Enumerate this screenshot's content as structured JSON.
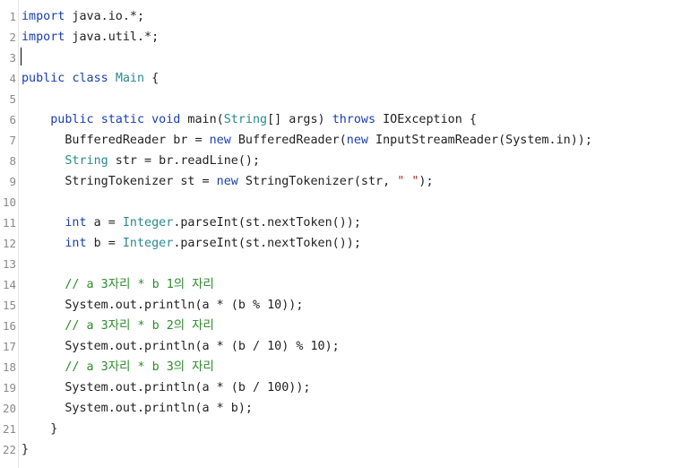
{
  "editor": {
    "lines": [
      {
        "num": "1",
        "tokens": [
          {
            "t": "import java.io.*;",
            "c": "kw-mix1"
          }
        ]
      },
      {
        "num": "2",
        "tokens": [
          {
            "t": "import java.util.*;",
            "c": "kw-mix2"
          }
        ]
      },
      {
        "num": "3",
        "tokens": []
      },
      {
        "num": "4",
        "tokens": []
      },
      {
        "num": "5",
        "tokens": []
      },
      {
        "num": "6",
        "tokens": []
      },
      {
        "num": "7",
        "tokens": []
      },
      {
        "num": "8",
        "tokens": []
      },
      {
        "num": "9",
        "tokens": []
      },
      {
        "num": "10",
        "tokens": []
      },
      {
        "num": "11",
        "tokens": []
      },
      {
        "num": "12",
        "tokens": []
      },
      {
        "num": "13",
        "tokens": []
      },
      {
        "num": "14",
        "tokens": []
      },
      {
        "num": "15",
        "tokens": []
      },
      {
        "num": "16",
        "tokens": []
      },
      {
        "num": "17",
        "tokens": []
      },
      {
        "num": "18",
        "tokens": []
      },
      {
        "num": "19",
        "tokens": []
      },
      {
        "num": "20",
        "tokens": []
      },
      {
        "num": "21",
        "tokens": []
      },
      {
        "num": "22",
        "tokens": []
      }
    ],
    "code": [
      [
        [
          "kw",
          "import"
        ],
        [
          "p",
          " java.io.*;"
        ]
      ],
      [
        [
          "kw",
          "import"
        ],
        [
          "p",
          " java.util.*;"
        ]
      ],
      [],
      [
        [
          "kw",
          "public"
        ],
        [
          "p",
          " "
        ],
        [
          "kw",
          "class"
        ],
        [
          "p",
          " "
        ],
        [
          "ty",
          "Main"
        ],
        [
          "p",
          " {"
        ]
      ],
      [],
      [
        [
          "p",
          "    "
        ],
        [
          "kw",
          "public"
        ],
        [
          "p",
          " "
        ],
        [
          "kw",
          "static"
        ],
        [
          "p",
          " "
        ],
        [
          "kw",
          "void"
        ],
        [
          "p",
          " main("
        ],
        [
          "ty",
          "String"
        ],
        [
          "p",
          "[] args) "
        ],
        [
          "kw",
          "throws"
        ],
        [
          "p",
          " IOException {"
        ]
      ],
      [
        [
          "p",
          "      BufferedReader br = "
        ],
        [
          "kw",
          "new"
        ],
        [
          "p",
          " BufferedReader("
        ],
        [
          "kw",
          "new"
        ],
        [
          "p",
          " InputStreamReader(System.in));"
        ]
      ],
      [
        [
          "p",
          "      "
        ],
        [
          "ty",
          "String"
        ],
        [
          "p",
          " str = br.readLine();"
        ]
      ],
      [
        [
          "p",
          "      StringTokenizer st = "
        ],
        [
          "kw",
          "new"
        ],
        [
          "p",
          " StringTokenizer(str, "
        ],
        [
          "str",
          "\" \""
        ],
        [
          "p",
          ");"
        ]
      ],
      [],
      [
        [
          "p",
          "      "
        ],
        [
          "kw",
          "int"
        ],
        [
          "p",
          " a = "
        ],
        [
          "ty",
          "Integer"
        ],
        [
          "p",
          ".parseInt(st.nextToken());"
        ]
      ],
      [
        [
          "p",
          "      "
        ],
        [
          "kw",
          "int"
        ],
        [
          "p",
          " b = "
        ],
        [
          "ty",
          "Integer"
        ],
        [
          "p",
          ".parseInt(st.nextToken());"
        ]
      ],
      [],
      [
        [
          "p",
          "      "
        ],
        [
          "cm",
          "// a 3자리 * b 1의 자리"
        ]
      ],
      [
        [
          "p",
          "      System.out.println(a * (b % 10));"
        ]
      ],
      [
        [
          "p",
          "      "
        ],
        [
          "cm",
          "// a 3자리 * b 2의 자리"
        ]
      ],
      [
        [
          "p",
          "      System.out.println(a * (b / 10) % 10);"
        ]
      ],
      [
        [
          "p",
          "      "
        ],
        [
          "cm",
          "// a 3자리 * b 3의 자리"
        ]
      ],
      [
        [
          "p",
          "      System.out.println(a * (b / 100));"
        ]
      ],
      [
        [
          "p",
          "      System.out.println(a * b);"
        ]
      ],
      [
        [
          "p",
          "    }"
        ]
      ],
      [
        [
          "p",
          "}"
        ]
      ]
    ]
  },
  "colors": {
    "keyword": "#1a3fb0",
    "type": "#2a8a8f",
    "string": "#b32b2b",
    "comment": "#2e8b2e",
    "text": "#222222",
    "line_number": "#8a8a8a"
  }
}
